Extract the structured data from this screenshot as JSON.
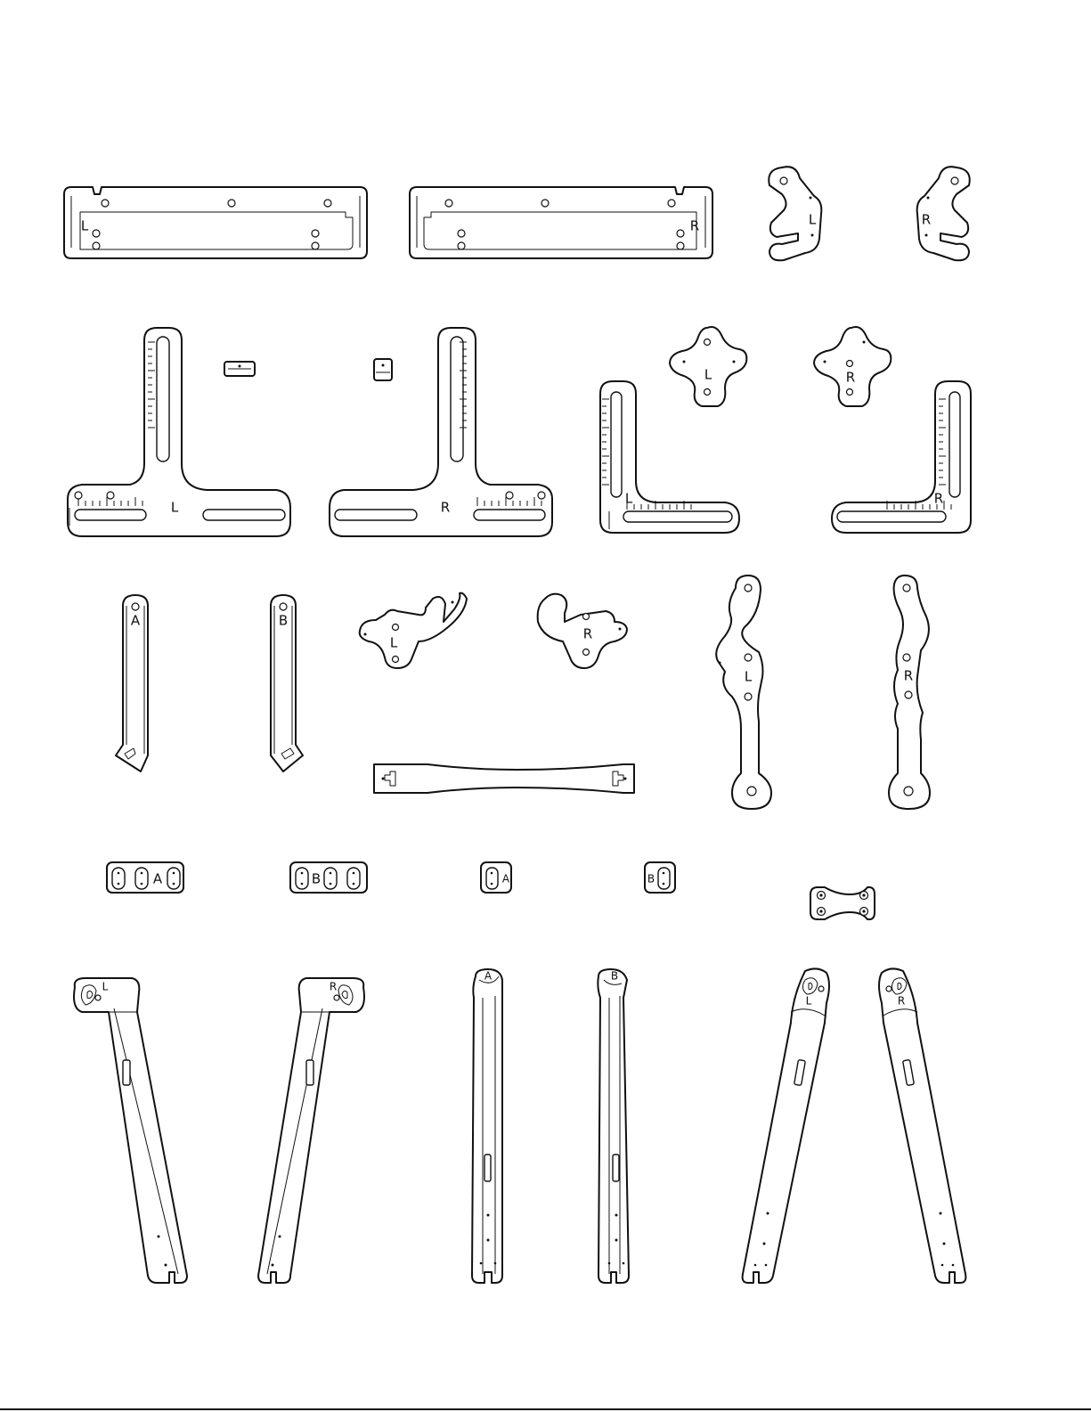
{
  "colors": {
    "ink": "#111111",
    "paper": "#ffffff"
  },
  "parts": {
    "rail_left_label": "L",
    "rail_right_label": "R",
    "hook_bracket_left_label": "L",
    "hook_bracket_right_label": "R",
    "tee_square_left_label": "L",
    "tee_square_right_label": "R",
    "cross_plate_left_label": "L",
    "cross_plate_right_label": "R",
    "corner_square_left_label": "L",
    "corner_square_right_label": "R",
    "strap_a_label": "A",
    "strap_b_label": "B",
    "hook_plate_left_label": "L",
    "hook_plate_right_label": "R",
    "s_arm_left_label": "L",
    "s_arm_right_label": "R",
    "block_triple_a_label": "A",
    "block_triple_b_label": "B",
    "block_single_a_label": "A",
    "block_single_b_label": "B",
    "leg_left_label": "L",
    "leg_right_label": "R",
    "leg_a_label": "A",
    "leg_b_label": "B",
    "leg_left_2_label": "L",
    "leg_right_2_label": "R"
  }
}
